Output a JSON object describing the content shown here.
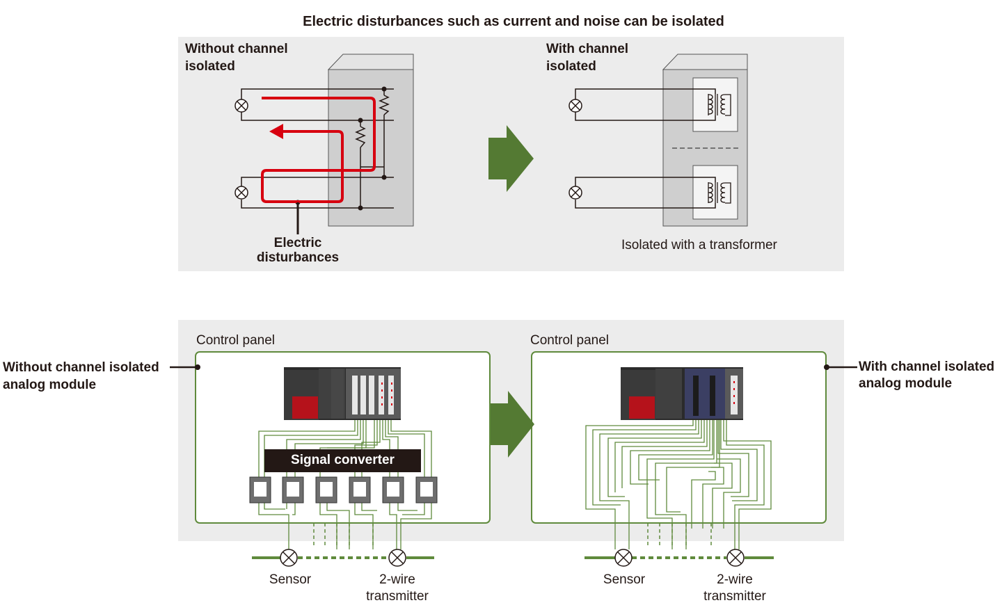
{
  "title": "Electric disturbances such as current and noise can be isolated",
  "top": {
    "left_label_line1": "Without channel",
    "left_label_line2": "isolated",
    "right_label_line1": "With channel",
    "right_label_line2": "isolated",
    "disturbance_line1": "Electric",
    "disturbance_line2": "disturbances",
    "transformer_caption": "Isolated with a transformer"
  },
  "bottom": {
    "left_panel_title": "Control panel",
    "right_panel_title": "Control panel",
    "left_module_line1": "Without channel isolated",
    "left_module_line2": "analog module",
    "right_module_line1": "With channel isolated",
    "right_module_line2": "analog module",
    "signal_converter": "Signal converter",
    "left_sensor": "Sensor",
    "left_transmitter_line1": "2-wire",
    "left_transmitter_line2": "transmitter",
    "right_sensor": "Sensor",
    "right_transmitter_line1": "2-wire",
    "right_transmitter_line2": "transmitter"
  },
  "colors": {
    "disturbance_red": "#d7000f",
    "arrow_green": "#547a33",
    "panel_green": "#5f8a3c",
    "background_gray": "#ececec",
    "module_gray": "#cfcfcf",
    "plc_red": "#b5121b"
  }
}
